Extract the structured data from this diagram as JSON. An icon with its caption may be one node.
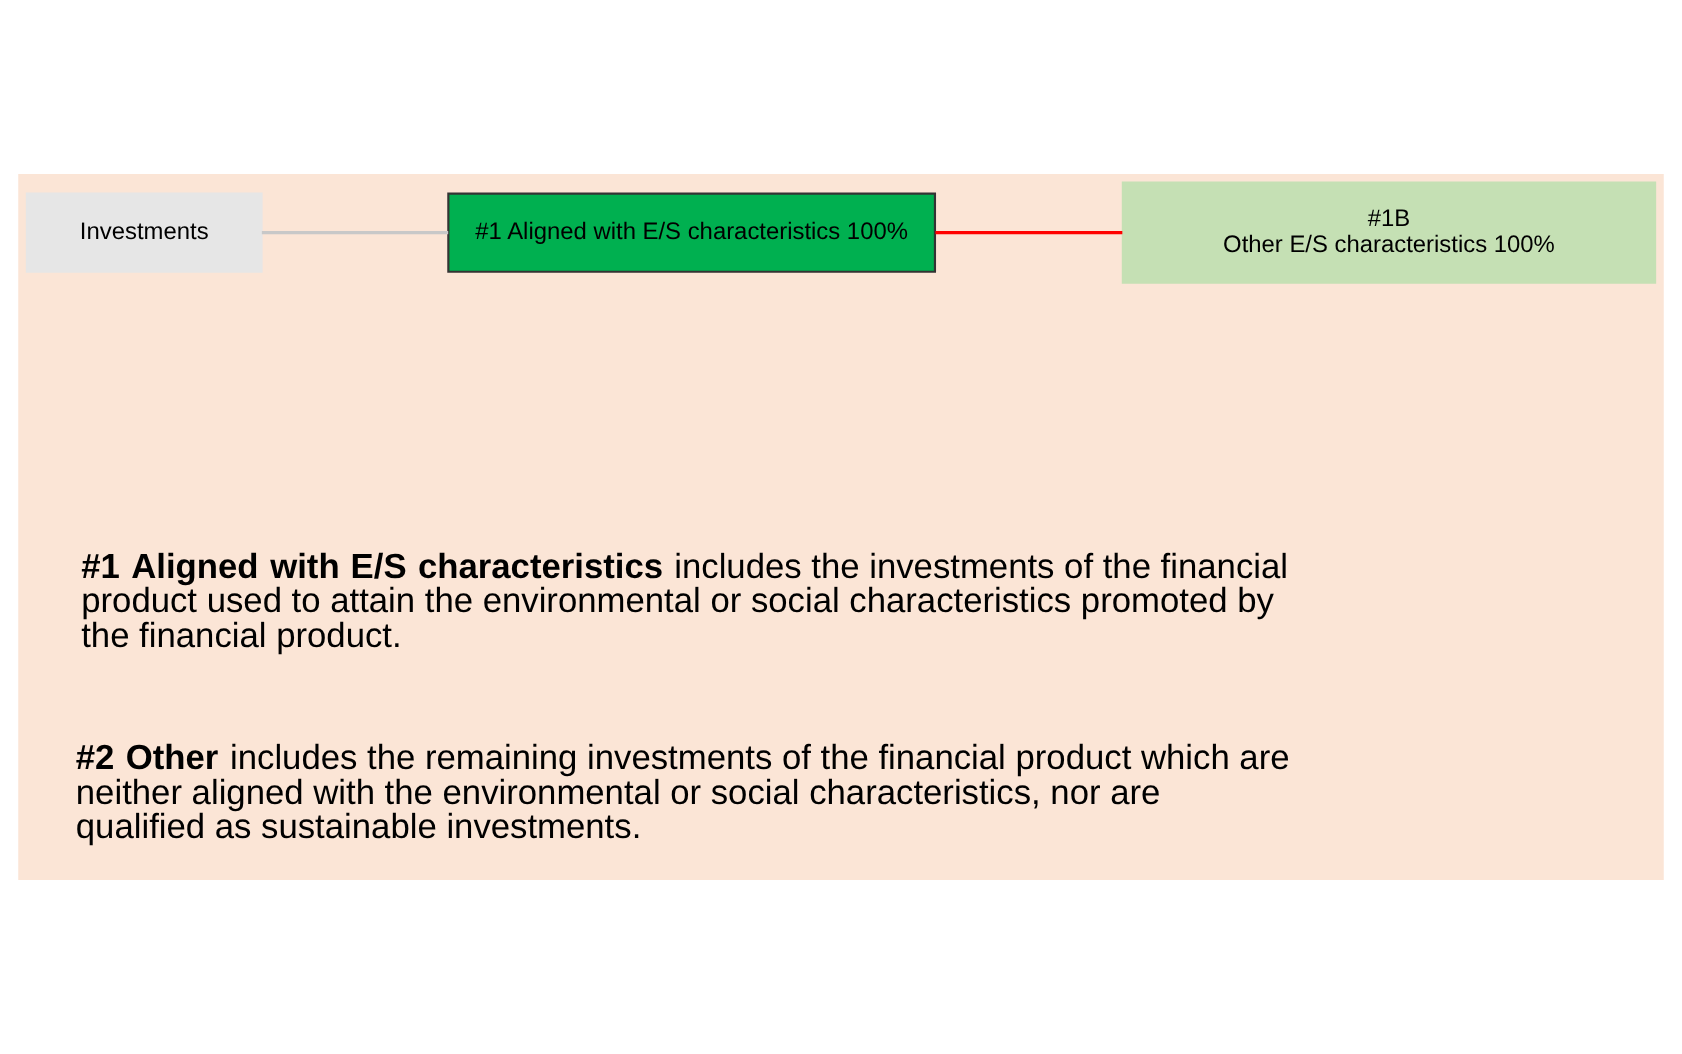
{
  "diagram": {
    "nodes": [
      {
        "text": [
          "Investments"
        ]
      },
      {
        "text": [
          "#1 Aligned with E/S characteristics 100%"
        ]
      },
      {
        "text": [
          "#1B",
          "Other E/S characteristics 100%"
        ]
      }
    ],
    "edges": [
      {
        "from": 0,
        "to": 1,
        "arrow": "none",
        "color": "#c8c8c8"
      },
      {
        "from": 1,
        "to": 2,
        "arrow": "none",
        "color": "#ff0000"
      }
    ],
    "labels": [
      "**#1 Aligned with E/S characteristics** includes the investments of the financial product used to attain the environmental or social characteristics promoted by the financial product.",
      "**#2 Other** includes the remaining investments of the financial product which are neither aligned with the environmental or social characteristics, nor are qualified as sustainable investments."
    ]
  }
}
